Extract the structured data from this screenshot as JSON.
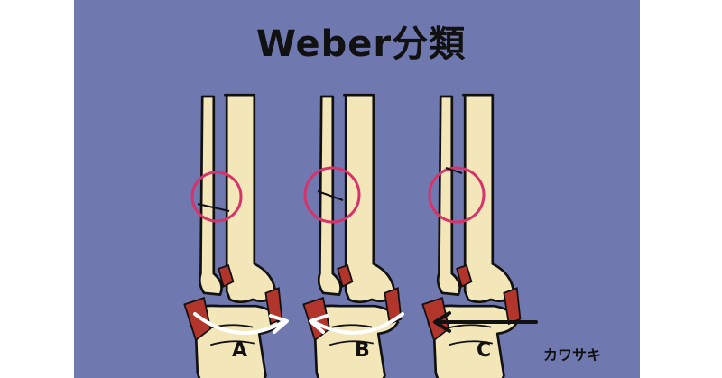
{
  "title": "Weber分類",
  "labels": [
    "A",
    "B",
    "C"
  ],
  "author": "カワサキ",
  "colors": {
    "background": "#7078b0",
    "bone": "#f3e6b8",
    "ligament": "#b2352c",
    "circle": "#d6336b",
    "arrow": "#ffffff"
  }
}
